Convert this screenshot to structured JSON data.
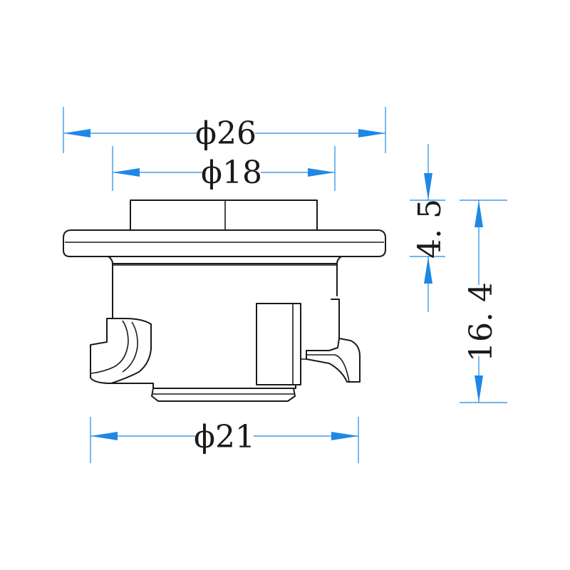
{
  "colors": {
    "dimension": "#1e88e5",
    "outline": "#1a1a1a",
    "background": "#ffffff"
  },
  "dimensions": {
    "outer_diameter": "ϕ26",
    "inner_diameter": "ϕ18",
    "base_diameter": "ϕ21",
    "cap_height": "4. 5",
    "total_height": "16. 4"
  }
}
